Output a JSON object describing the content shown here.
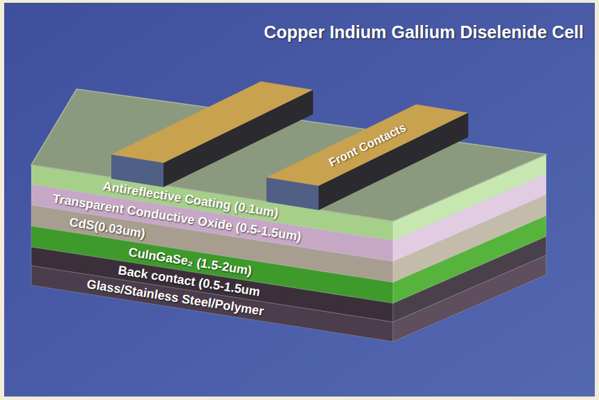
{
  "diagram": {
    "title": "Copper Indium Gallium Diselenide Cell",
    "nodes": [
      {
        "text": [
          "Front Contacts"
        ]
      },
      {
        "text": [
          "Antireflective Coating (0.1um)"
        ]
      },
      {
        "text": [
          "Transparent Conductive Oxide (0.5-1.5um)"
        ]
      },
      {
        "text": [
          "CdS(0.03um)"
        ]
      },
      {
        "text": [
          "CuInGaSe₂ (1.5-2um)"
        ]
      },
      {
        "text": [
          "Back contact (0.5-1.5um"
        ]
      },
      {
        "text": [
          "Glass/Stainless Steel/Polymer"
        ]
      }
    ]
  }
}
